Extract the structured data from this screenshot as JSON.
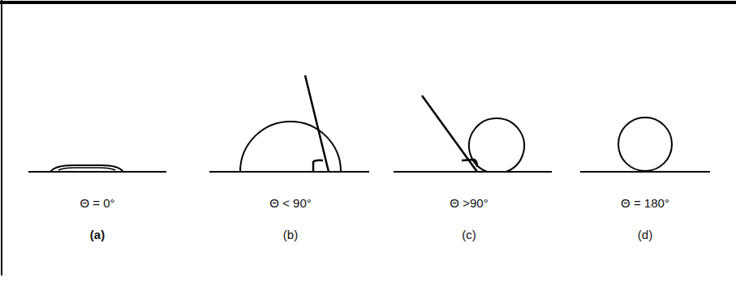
{
  "diagram": {
    "labels": [
      "Θ = 0°",
      "Θ < 90°",
      "Θ >90°",
      "Θ = 180°",
      "(a)",
      "(b)",
      "(c)",
      "(d)"
    ]
  }
}
